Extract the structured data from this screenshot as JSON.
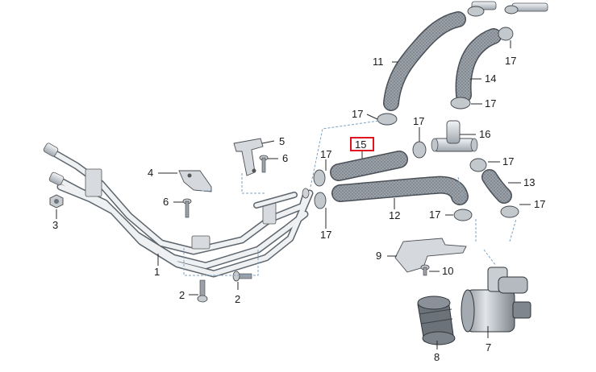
{
  "diagram": {
    "highlight_color": "#e0141e",
    "part_color": "#d9dde2",
    "hose_color": "#8d949c",
    "callouts": {
      "c1": "1",
      "c2a": "2",
      "c2b": "2",
      "c3": "3",
      "c4": "4",
      "c5": "5",
      "c6a": "6",
      "c6b": "6",
      "c7": "7",
      "c8": "8",
      "c9": "9",
      "c10": "10",
      "c11": "11",
      "c12": "12",
      "c13": "13",
      "c14": "14",
      "c15": "15",
      "c16": "16",
      "c17_top_right": "17",
      "c17_hose11": "17",
      "c17_hose14": "17",
      "c17_tee": "17",
      "c17_upper_left": "17",
      "c17_lower_left": "17",
      "c17_hose13": "17",
      "c17_clamp_a": "17",
      "c17_clamp_b": "17"
    }
  }
}
